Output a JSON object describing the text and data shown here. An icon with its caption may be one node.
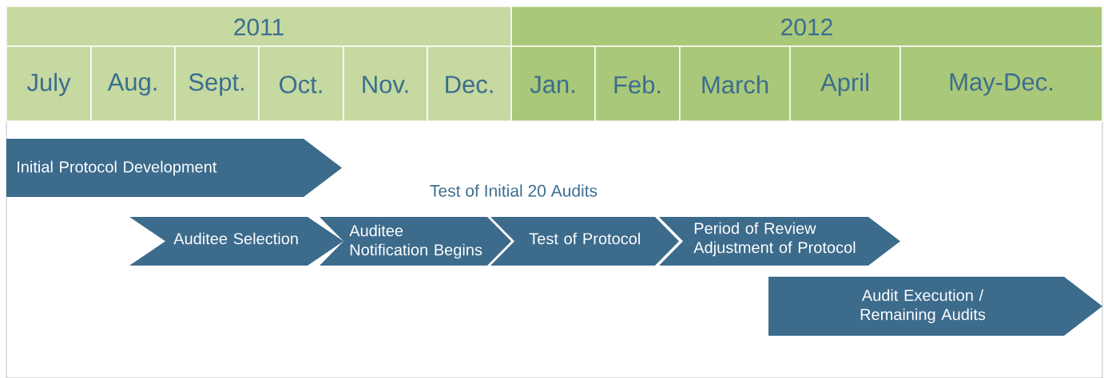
{
  "diagram": {
    "nodes": [
      {
        "text": [
          "2011"
        ]
      },
      {
        "text": [
          "2012"
        ]
      },
      {
        "text": [
          "July"
        ]
      },
      {
        "text": [
          "Aug."
        ]
      },
      {
        "text": [
          "Sept."
        ]
      },
      {
        "text": [
          "Oct."
        ]
      },
      {
        "text": [
          "Nov."
        ]
      },
      {
        "text": [
          "Dec."
        ]
      },
      {
        "text": [
          "Jan."
        ]
      },
      {
        "text": [
          "Feb."
        ]
      },
      {
        "text": [
          "March"
        ]
      },
      {
        "text": [
          "April"
        ]
      },
      {
        "text": [
          "May-Dec."
        ]
      },
      {
        "text": [
          "Initial Protocol Development"
        ]
      },
      {
        "text": [
          "Auditee Selection"
        ]
      },
      {
        "text": [
          "Auditee Notification Begins"
        ]
      },
      {
        "text": [
          "Test of Protocol"
        ]
      },
      {
        "text": [
          "Period of Review Adjustment of Protocol"
        ]
      },
      {
        "text": [
          "Audit Execution / Remaining Audits"
        ]
      }
    ],
    "labels": [
      "Test of Initial 20 Audits"
    ]
  }
}
